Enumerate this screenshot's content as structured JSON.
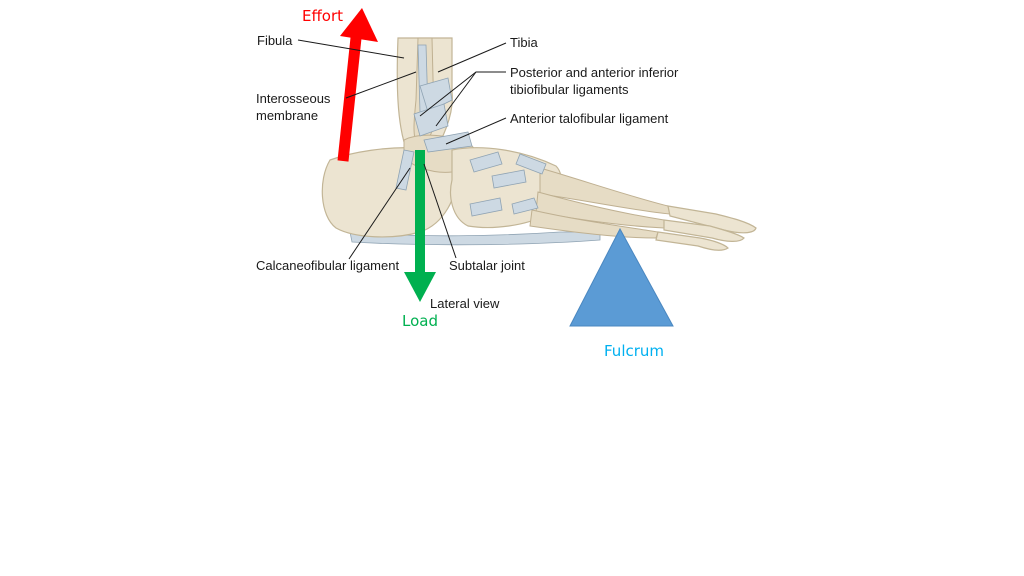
{
  "labels": {
    "effort": "Effort",
    "load": "Load",
    "fulcrum": "Fulcrum",
    "fibula": "Fibula",
    "tibia": "Tibia",
    "interosseous_line1": "Interosseous",
    "interosseous_line2": "membrane",
    "tibiofibular_line1": "Posterior and anterior inferior",
    "tibiofibular_line2": "tibiofibular ligaments",
    "talofibular": "Anterior talofibular ligament",
    "calcaneofibular": "Calcaneofibular ligament",
    "subtalar": "Subtalar joint",
    "view": "Lateral view"
  },
  "colors": {
    "effort": "#ff0000",
    "load": "#00b050",
    "fulcrum": "#5b9bd5",
    "fulcrum_text": "#00b0f0",
    "bone": "#ece4d1",
    "ligament": "#cdd9e3"
  },
  "icons": {
    "effort": "arrow-up",
    "load": "arrow-down",
    "fulcrum": "triangle"
  }
}
